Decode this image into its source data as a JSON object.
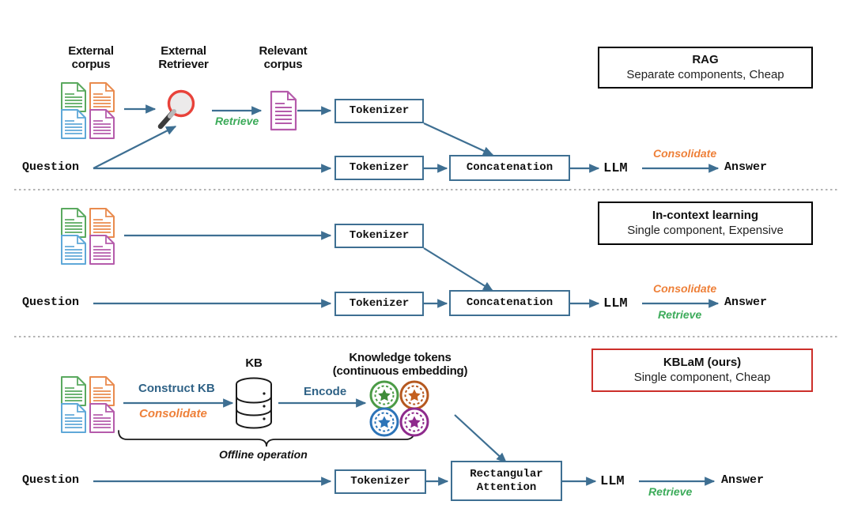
{
  "figure": {
    "title": "KBLaM comparison diagram",
    "colors": {
      "arrow_blue": "#3e6f92",
      "label_blue": "#2f6286",
      "retrieve_green": "#3cab5a",
      "consolidate_orange": "#ee8039",
      "kblam_red": "#cc2f2a",
      "box_border": "#3e6f92",
      "doc_green": "#5aa95f",
      "doc_orange": "#e98b4e",
      "doc_blue": "#5fa8d8",
      "doc_purple": "#b55bab",
      "magnifier_ring": "#e8423a"
    }
  },
  "rows": [
    {
      "id": "rag",
      "callout": {
        "title": "RAG",
        "subtitle": "Separate components, Cheap",
        "border": "black"
      },
      "headers": [
        {
          "name": "external-corpus",
          "line1": "External",
          "line2": "corpus"
        },
        {
          "name": "external-retriever",
          "line1": "External",
          "line2": "Retriever"
        },
        {
          "name": "relevant-corpus",
          "line1": "Relevant",
          "line2": "corpus"
        }
      ],
      "nodes": {
        "question": "Question",
        "tokenizer_top": "Tokenizer",
        "tokenizer_bottom": "Tokenizer",
        "concatenation": "Concatenation",
        "llm": "LLM",
        "answer": "Answer"
      },
      "edge_labels": [
        {
          "name": "retrieve-label",
          "text": "Retrieve",
          "color": "green"
        },
        {
          "name": "consolidate-label",
          "text": "Consolidate",
          "color": "orange"
        }
      ]
    },
    {
      "id": "in-context-learning",
      "callout": {
        "title": "In-context learning",
        "subtitle": "Single component, Expensive",
        "border": "black"
      },
      "headers": [],
      "nodes": {
        "question": "Question",
        "tokenizer_top": "Tokenizer",
        "tokenizer_bottom": "Tokenizer",
        "concatenation": "Concatenation",
        "llm": "LLM",
        "answer": "Answer"
      },
      "edge_labels": [
        {
          "name": "consolidate-label",
          "text": "Consolidate",
          "color": "orange"
        },
        {
          "name": "retrieve-label",
          "text": "Retrieve",
          "color": "green"
        }
      ]
    },
    {
      "id": "kblam",
      "callout": {
        "title": "KBLaM (ours)",
        "subtitle": "Single component, Cheap",
        "border": "red"
      },
      "headers": [
        {
          "name": "kb-header",
          "line1": "KB",
          "line2": ""
        },
        {
          "name": "knowledge-tokens-header",
          "line1": "Knowledge tokens",
          "line2": "(continuous embedding)"
        }
      ],
      "nodes": {
        "question": "Question",
        "tokenizer": "Tokenizer",
        "rectangular_attention_line1": "Rectangular",
        "rectangular_attention_line2": "Attention",
        "llm": "LLM",
        "answer": "Answer"
      },
      "edge_labels": [
        {
          "name": "construct-kb-label",
          "text": "Construct KB",
          "color": "blue"
        },
        {
          "name": "consolidate-label",
          "text": "Consolidate",
          "color": "orange"
        },
        {
          "name": "encode-label",
          "text": "Encode",
          "color": "blue"
        },
        {
          "name": "retrieve-label",
          "text": "Retrieve",
          "color": "green"
        }
      ],
      "brace_label": "Offline operation"
    }
  ]
}
